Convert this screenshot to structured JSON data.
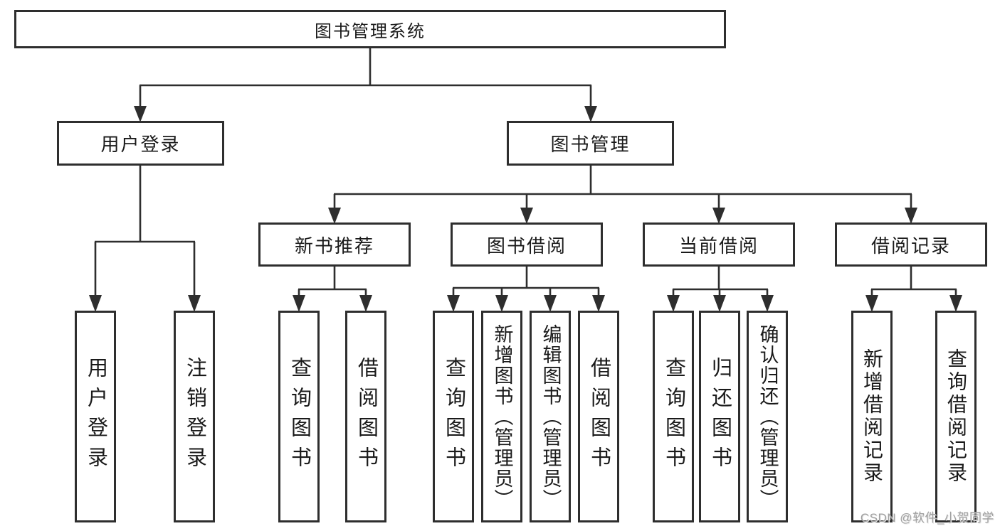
{
  "root": {
    "label": "图书管理系统"
  },
  "branches": [
    {
      "label": "用户登录",
      "children": [
        {
          "label": "用户登录"
        },
        {
          "label": "注销登录"
        }
      ]
    },
    {
      "label": "图书管理",
      "children": [
        {
          "label": "新书推荐",
          "children": [
            {
              "label": "查询图书"
            },
            {
              "label": "借阅图书"
            }
          ]
        },
        {
          "label": "图书借阅",
          "children": [
            {
              "label": "查询图书"
            },
            {
              "label": "新增图书（管理员）"
            },
            {
              "label": "编辑图书（管理员）"
            },
            {
              "label": "借阅图书"
            }
          ]
        },
        {
          "label": "当前借阅",
          "children": [
            {
              "label": "查询图书"
            },
            {
              "label": "归还图书"
            },
            {
              "label": "确认归还（管理员）"
            }
          ]
        },
        {
          "label": "借阅记录",
          "children": [
            {
              "label": "新增借阅记录"
            },
            {
              "label": "查询借阅记录"
            }
          ]
        }
      ]
    }
  ],
  "watermark": "CSDN @软件_小贺同学",
  "colors": {
    "line": "#2e2e2e",
    "box_border": "#2e2e2e",
    "text": "#1a1a1a",
    "watermark": "#9f9f9f",
    "background": "#ffffff"
  }
}
